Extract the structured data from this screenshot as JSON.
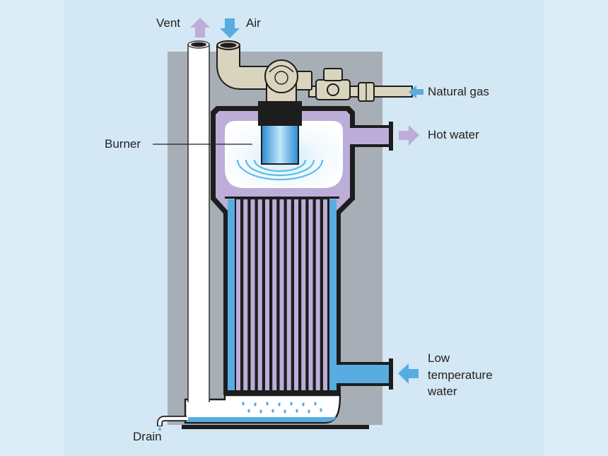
{
  "labels": {
    "vent": "Vent",
    "air": "Air",
    "natural_gas": "Natural gas",
    "burner": "Burner",
    "hot_water": "Hot water",
    "low_temperature_water": [
      "Low",
      "temperature",
      "water"
    ],
    "drain": "Drain"
  },
  "colors": {
    "background": "#d4e7f4",
    "cabinet": "#a8aeb5",
    "hot_water": "#bcaed9",
    "cold_water": "#57ade2",
    "pipe": "#d9d4bd",
    "outline": "#1d1d1d"
  }
}
